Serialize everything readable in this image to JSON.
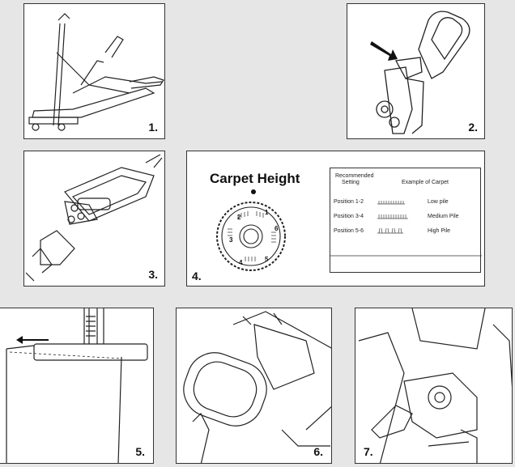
{
  "steps": [
    "1.",
    "2.",
    "3.",
    "4.",
    "5.",
    "6.",
    "7."
  ],
  "carpet": {
    "title": "Carpet Height",
    "header_setting_line1": "Recommended",
    "header_setting_line2": "Setting",
    "header_example": "Example of Carpet",
    "rows": [
      {
        "position": "Position 1-2",
        "pile": "Low pile"
      },
      {
        "position": "Position 3-4",
        "pile": "Medium Pile"
      },
      {
        "position": "Position 5-6",
        "pile": "High Pile"
      }
    ],
    "dial_numbers": [
      "1",
      "2",
      "3",
      "4",
      "5",
      "6"
    ]
  }
}
